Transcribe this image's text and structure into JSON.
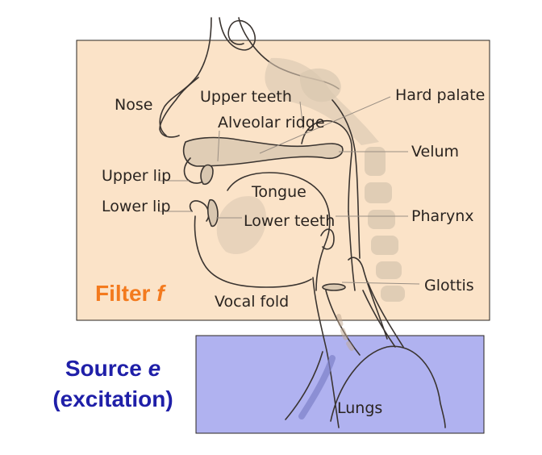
{
  "colors": {
    "filter_fill": "#fbe3c8",
    "source_fill": "#b0b2f0",
    "filter_text": "#f37a1e",
    "source_text": "#1f1fa8",
    "anatomy_line": "#3a3430",
    "anatomy_fill": "#d9c7b0"
  },
  "filter": {
    "label": "Filter",
    "symbol": "f"
  },
  "source": {
    "label": "Source",
    "symbol": "e",
    "subtitle": "(excitation)"
  },
  "labels": {
    "nose": "Nose",
    "upper_teeth": "Upper teeth",
    "alveolar_ridge": "Alveolar ridge",
    "hard_palate": "Hard palate",
    "velum": "Velum",
    "upper_lip": "Upper lip",
    "lower_lip": "Lower lip",
    "tongue": "Tongue",
    "lower_teeth": "Lower teeth",
    "pharynx": "Pharynx",
    "glottis": "Glottis",
    "vocal_fold": "Vocal fold",
    "lungs": "Lungs"
  }
}
